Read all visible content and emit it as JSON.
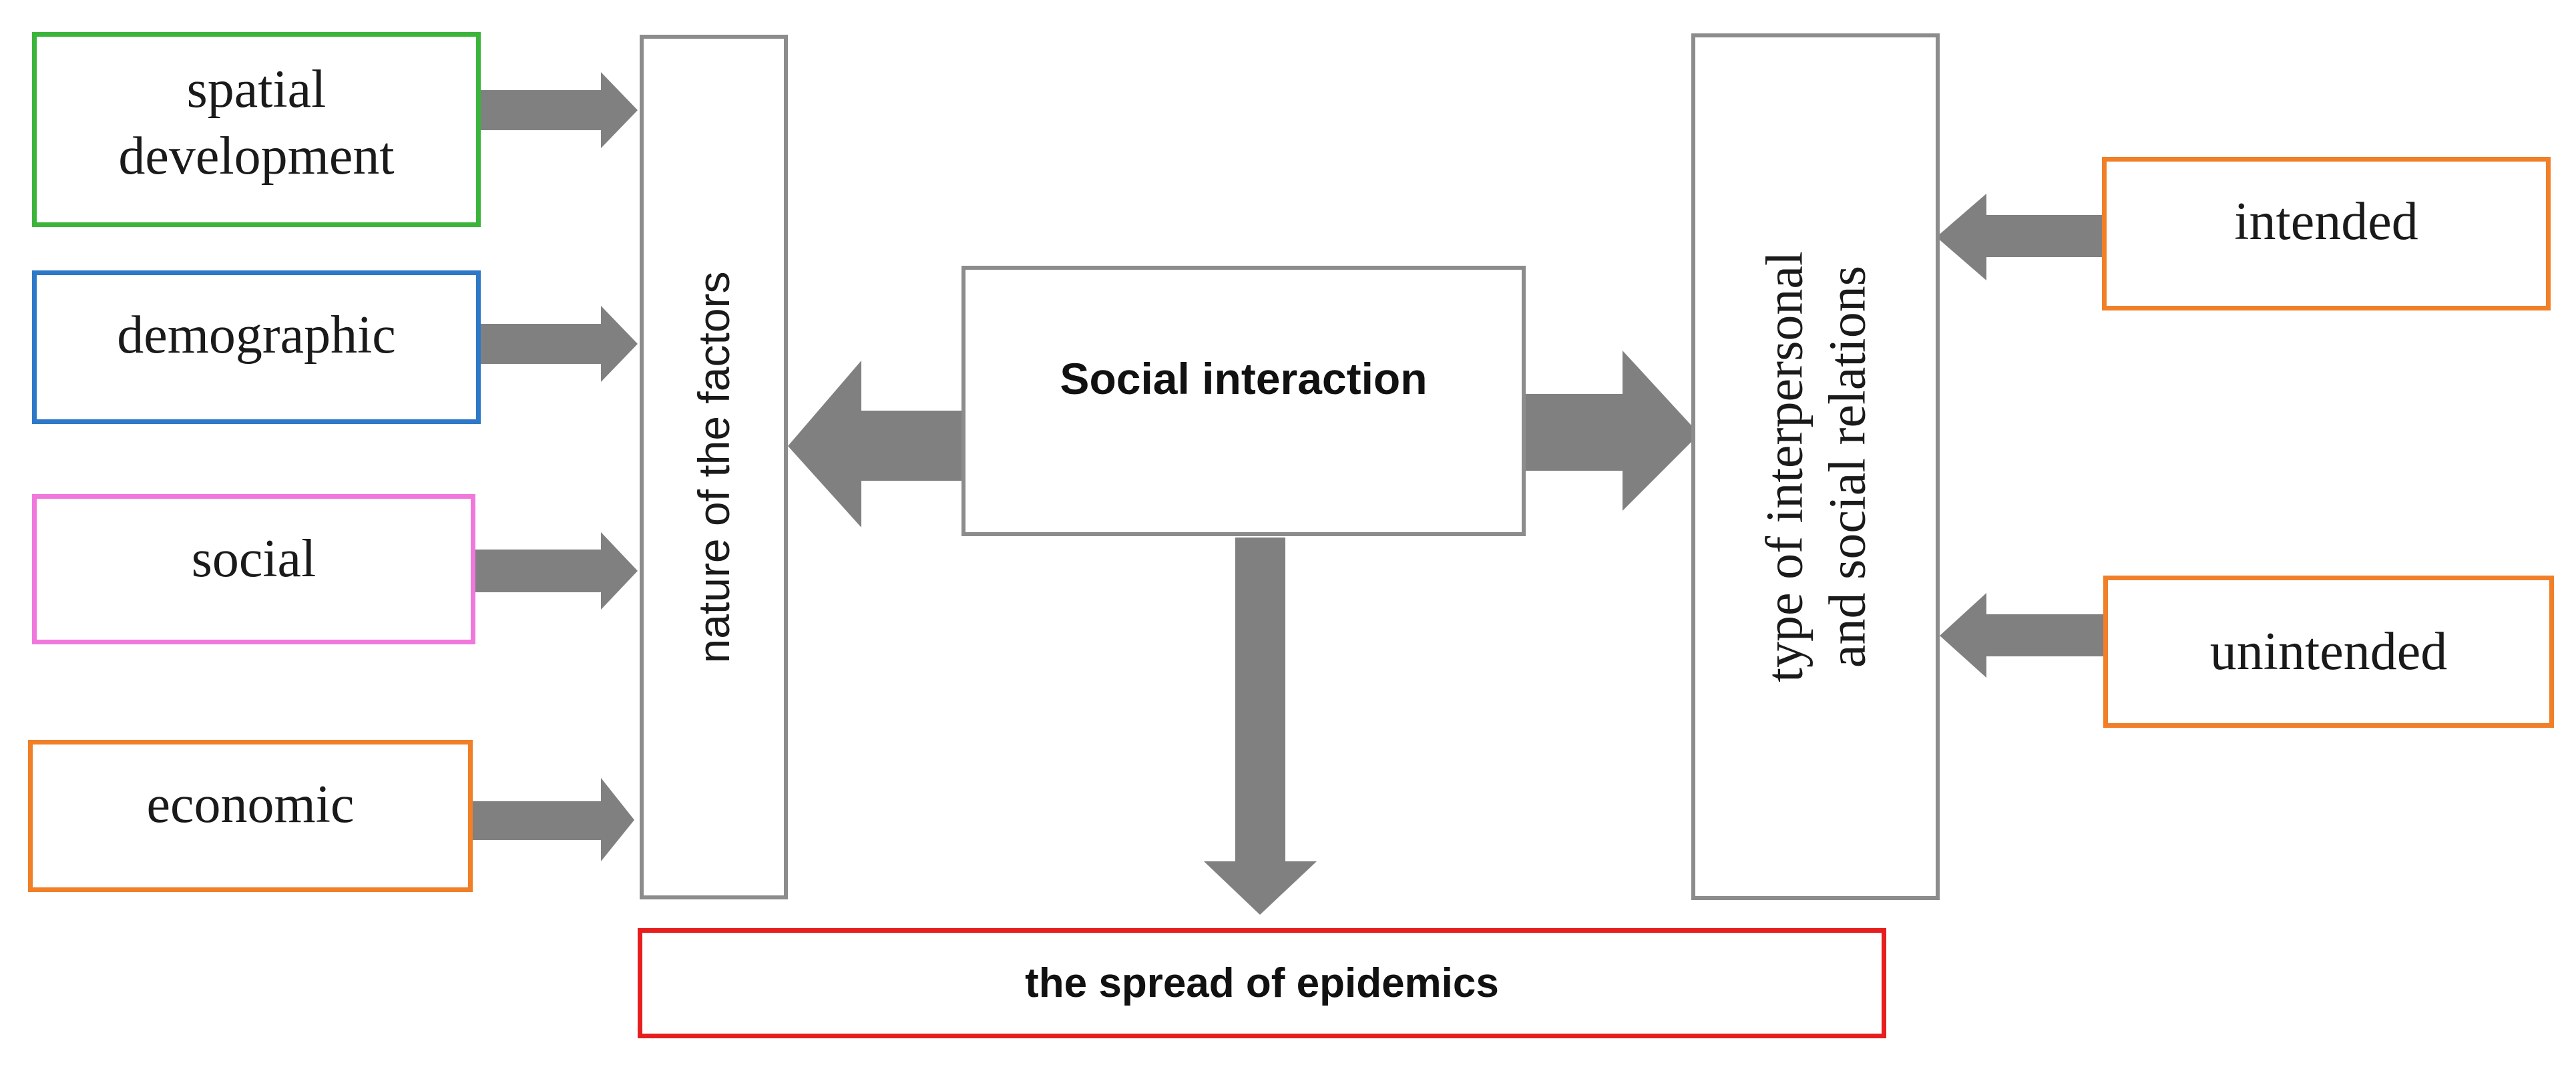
{
  "colors": {
    "green": "#3cb43c",
    "blue": "#2e78c8",
    "pink": "#f078dc",
    "orange": "#f07f28",
    "red": "#e61e1e",
    "gray_border": "#8c8c8c",
    "arrow": "#808080"
  },
  "factors": {
    "spatial_line1": "spatial",
    "spatial_line2": "development",
    "demographic": "demographic",
    "social": "social",
    "economic": "economic"
  },
  "nature_label": "nature of the factors",
  "center_label": "Social interaction",
  "relations": {
    "line1": "type of interpersonal",
    "line2": "and social relations"
  },
  "relation_types": {
    "intended": "intended",
    "unintended": "unintended"
  },
  "outcome_label": "the spread of epidemics"
}
